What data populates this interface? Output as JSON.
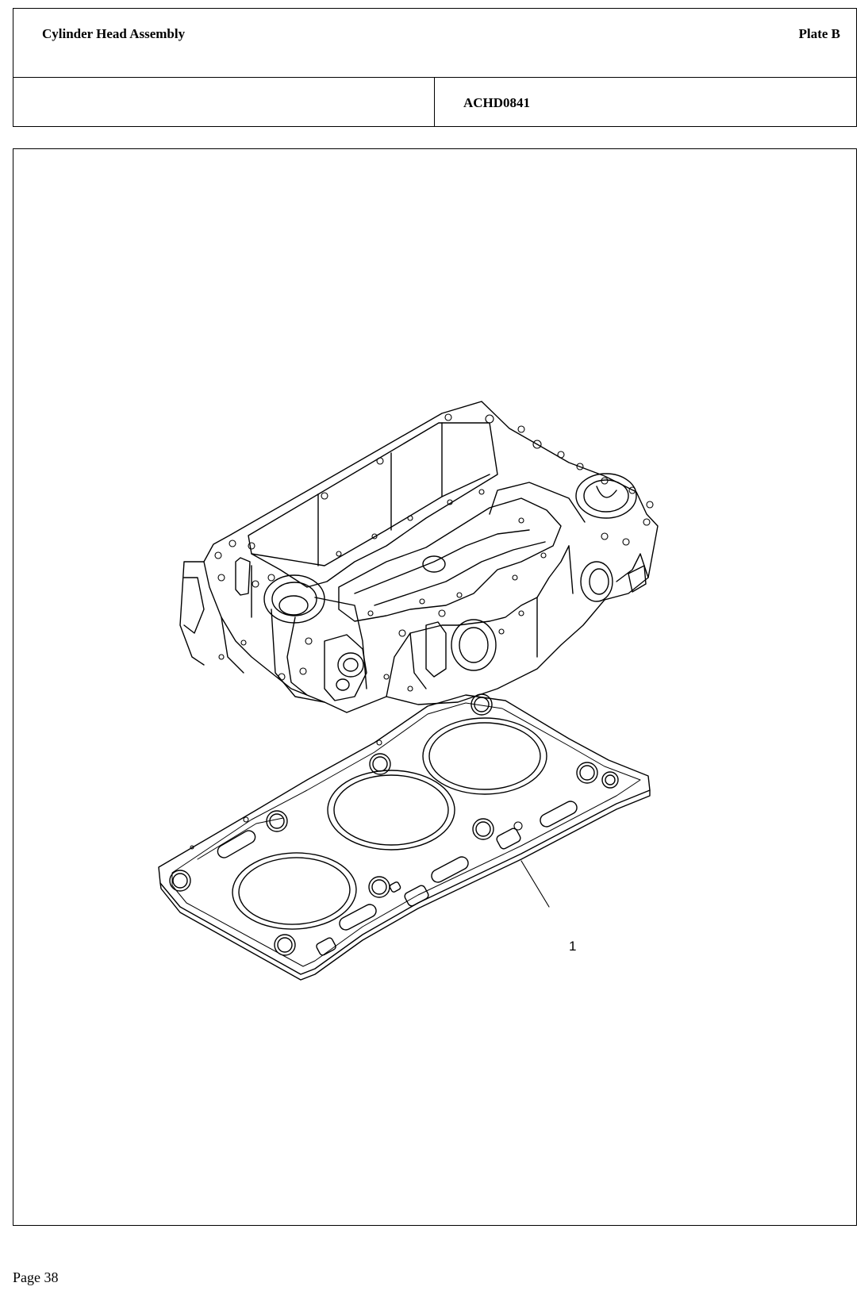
{
  "header": {
    "title": "Cylinder Head Assembly",
    "plate": "Plate B",
    "drawing_code": "ACHD0841"
  },
  "figure": {
    "callouts": [
      {
        "number": "1",
        "part": "cylinder-head-gasket"
      }
    ]
  },
  "footer": {
    "page": "Page 38"
  }
}
